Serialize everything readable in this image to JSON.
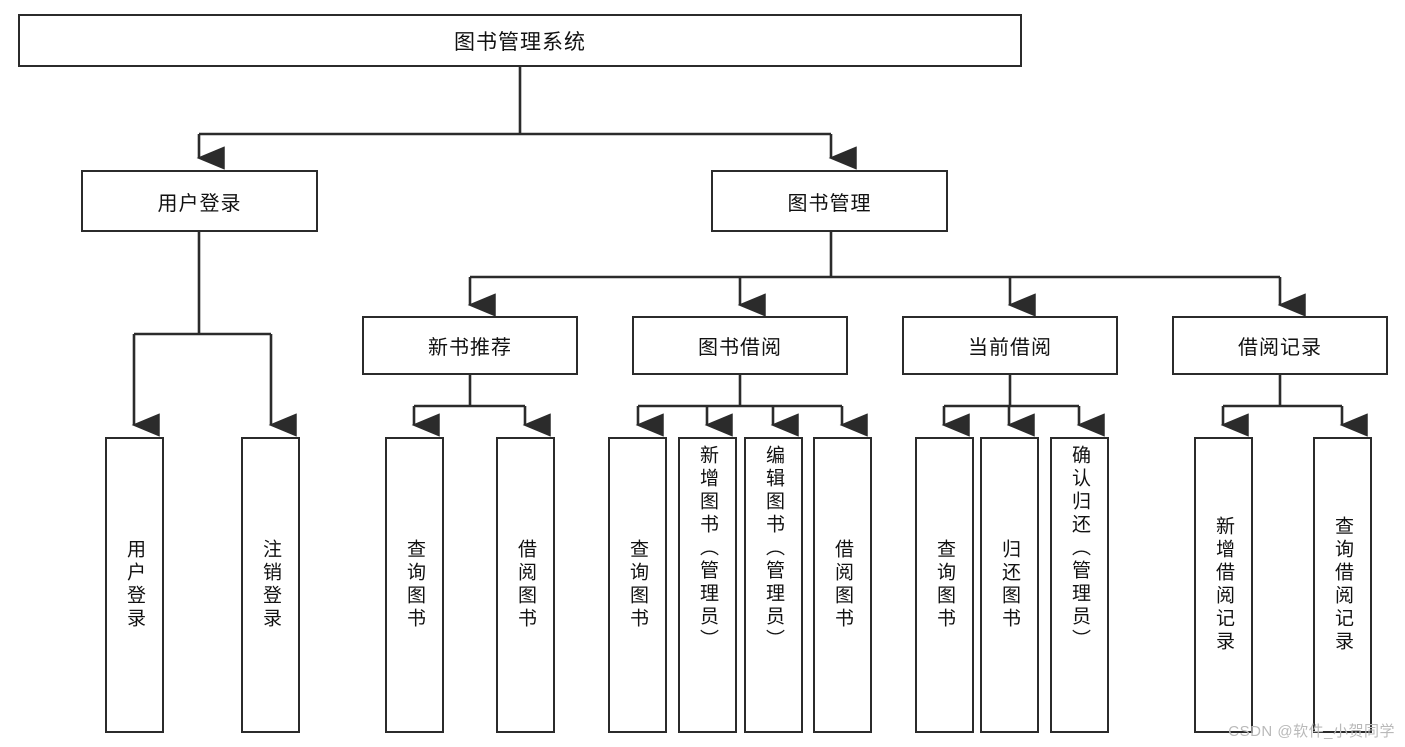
{
  "diagram": {
    "type": "tree-hierarchy",
    "title": "图书管理系统",
    "root": {
      "label": "图书管理系统"
    },
    "level2": [
      {
        "label": "用户登录"
      },
      {
        "label": "图书管理"
      }
    ],
    "level3": [
      {
        "label": "新书推荐"
      },
      {
        "label": "图书借阅"
      },
      {
        "label": "当前借阅"
      },
      {
        "label": "借阅记录"
      }
    ],
    "leaves": {
      "user_login": [
        {
          "label": "用户登录"
        },
        {
          "label": "注销登录"
        }
      ],
      "new_book_recommend": [
        {
          "label": "查询图书"
        },
        {
          "label": "借阅图书"
        }
      ],
      "book_borrow": [
        {
          "label": "查询图书"
        },
        {
          "label": "新增图书（管理员）"
        },
        {
          "label": "编辑图书（管理员）"
        },
        {
          "label": "借阅图书"
        }
      ],
      "current_borrow": [
        {
          "label": "查询图书"
        },
        {
          "label": "归还图书"
        },
        {
          "label": "确认归还（管理员）"
        }
      ],
      "borrow_record": [
        {
          "label": "新增借阅记录"
        },
        {
          "label": "查询借阅记录"
        }
      ]
    },
    "watermark": "CSDN @软件_小贺同学",
    "colors": {
      "stroke": "#2b2b2b",
      "fill": "#ffffff",
      "text": "#111111",
      "watermark": "#b9b9b9"
    }
  }
}
